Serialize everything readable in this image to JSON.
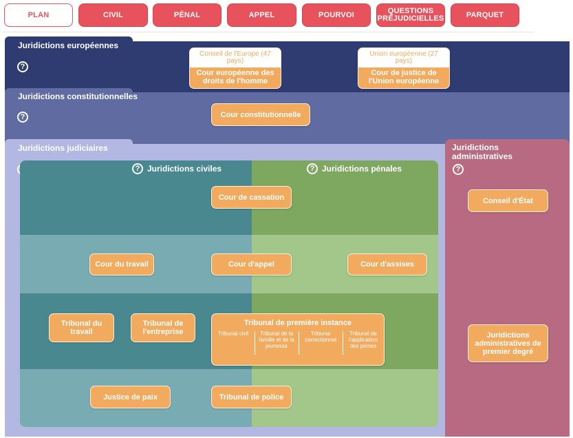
{
  "tabs": [
    "PLAN",
    "CIVIL",
    "PÉNAL",
    "APPEL",
    "POURVOI",
    "QUESTIONS PRÉJUDICIELLES",
    "PARQUET"
  ],
  "help_glyph": "?",
  "european": {
    "title": "Juridictions européennes",
    "council": {
      "header": "Conseil de l'Europe (47 pays)",
      "court": "Cour européenne des droits de l'homme"
    },
    "union": {
      "header": "Union européenne (27 pays)",
      "court": "Cour de justice de l'Union européenne"
    }
  },
  "constitutional": {
    "title": "Juridictions constitutionnelles",
    "court": "Cour constitutionnelle"
  },
  "judicial": {
    "title": "Juridictions judiciaires",
    "civil_title": "Juridictions civiles",
    "penal_title": "Juridictions pénales",
    "cassation": "Cour de cassation",
    "labour_court": "Cour du travail",
    "appeal_court": "Cour d'appel",
    "assize_court": "Cour d'assises",
    "labour_tribunal": "Tribunal du travail",
    "enterprise_tribunal": "Tribunal de l'entreprise",
    "first_instance": {
      "title": "Tribunal de première instance",
      "sections": [
        "Tribunal civil",
        "Tribunal de la famille et de la jeunesse",
        "Tribunal correctionnel",
        "Tribunal de l'application des peines"
      ]
    },
    "peace_justice": "Justice de paix",
    "police_tribunal": "Tribunal de police"
  },
  "administrative": {
    "title": "Juridictions administratives",
    "council_of_state": "Conseil d'État",
    "first_degree": "Juridictions administratives de premier degré"
  },
  "colors": {
    "tab_red": "#e8525c",
    "box_orange": "#f1aa5e",
    "european_band": "#2f3c72",
    "constitutional_band": "#5f6ba1",
    "judicial_band": "#b3b8e2",
    "civil_dark": "#4a8890",
    "civil_light": "#79abb2",
    "penal_dark": "#7ea760",
    "penal_light": "#a3c68b",
    "administrative": "#b86a82"
  }
}
